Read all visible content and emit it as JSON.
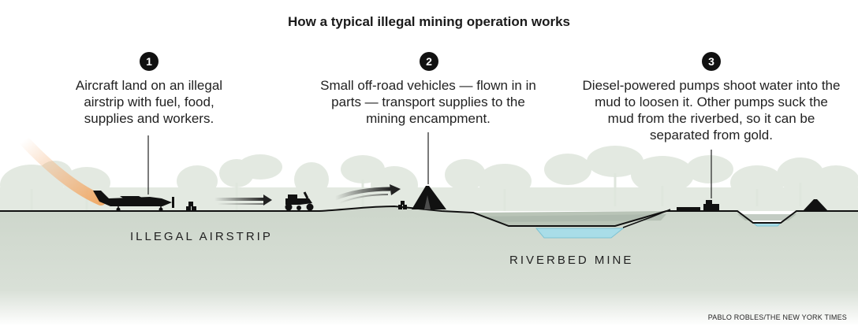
{
  "title": "How a typical illegal mining operation works",
  "steps": [
    {
      "number": "1",
      "text": "Aircraft land on an illegal airstrip with fuel, food, supplies and workers."
    },
    {
      "number": "2",
      "text": "Small off-road vehicles — flown in in parts — transport supplies to the mining encampment."
    },
    {
      "number": "3",
      "text": "Diesel-powered pumps shoot water into the mud to loosen it. Other pumps suck the mud from the riverbed, so it can be separated from gold."
    }
  ],
  "labels": {
    "airstrip": "ILLEGAL AIRSTRIP",
    "mine": "RIVERBED MINE"
  },
  "credit": "PABLO ROBLES/THE NEW YORK TIMES",
  "colors": {
    "ground": "#cdd6cb",
    "trees": "#e3e9e1",
    "water": "#a9dde8",
    "ink": "#111111",
    "trail": "#f2b27a"
  }
}
